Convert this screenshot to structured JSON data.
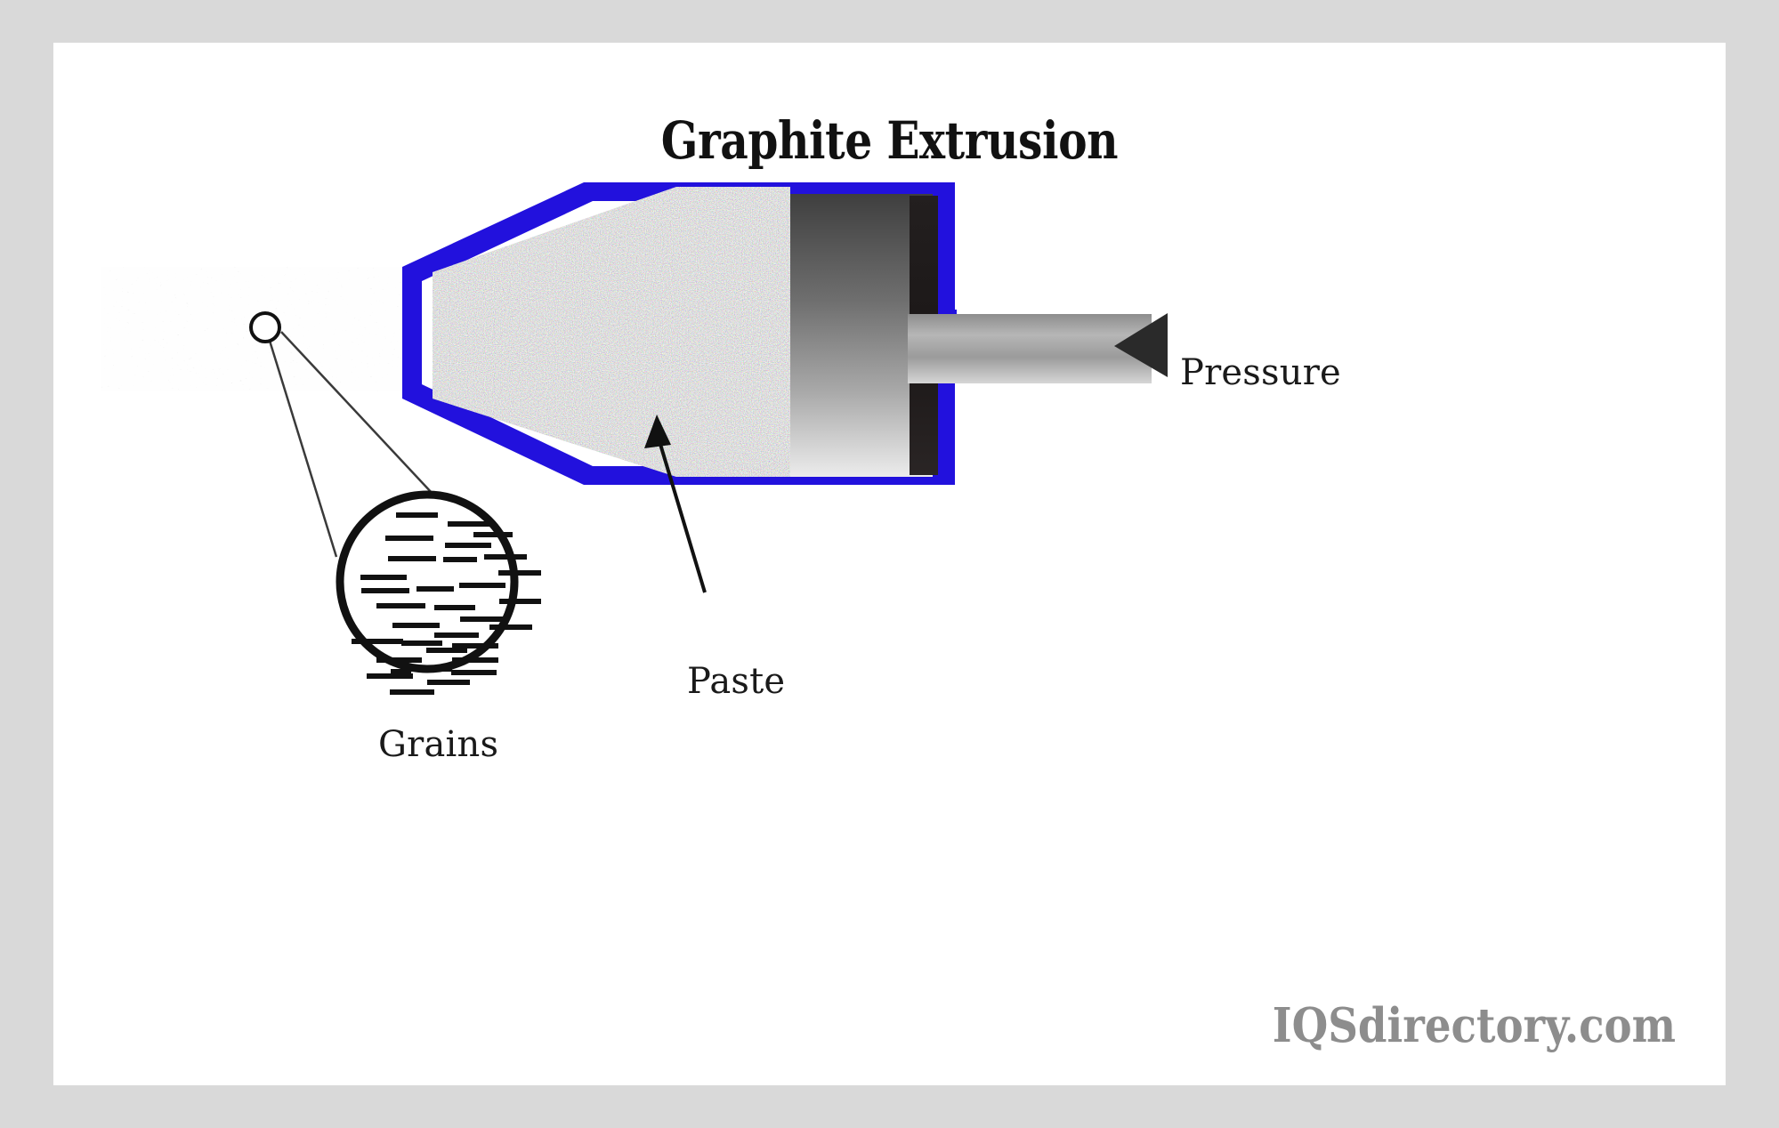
{
  "page": {
    "title": "Graphite Extrusion",
    "frame_color": "#d9d9d9",
    "canvas_color": "#ffffff"
  },
  "labels": {
    "pressure": "Pressure",
    "paste": "Paste",
    "grains": "Grains"
  },
  "watermark": {
    "text": "IQSdirectory.com",
    "color": "#8d8d8d"
  },
  "diagram": {
    "type": "process-cross-section",
    "subject": "Graphite extrusion press",
    "colors": {
      "die_body": "#2211dd",
      "paste_fill_note": "multicolor speckle",
      "ram_gradient_dark": "#4a4a4a",
      "ram_gradient_light": "#e8e8e8",
      "backing_block": "#1e1a1a",
      "rod_texture_note": "grayscale horizontal grain streaks",
      "arrow": "#2a2a2a",
      "outline": "#111111"
    },
    "parts": [
      {
        "name": "extruded-graphite-rod",
        "description": "Grain-streaked rod exiting the die at left"
      },
      {
        "name": "die-housing",
        "description": "Blue tapered die and barrel wall"
      },
      {
        "name": "paste-charge",
        "description": "Speckled graphite paste inside the die"
      },
      {
        "name": "ram-piston",
        "description": "Gray gradient piston head"
      },
      {
        "name": "backing-block",
        "description": "Dark block behind the piston"
      },
      {
        "name": "push-rod",
        "description": "Gray cylindrical rod extending right"
      },
      {
        "name": "pressure-arrow",
        "description": "Left-pointing triangle indicating applied pressure"
      },
      {
        "name": "grain-magnifier",
        "description": "Circle detail showing aligned grain platelets"
      }
    ]
  }
}
